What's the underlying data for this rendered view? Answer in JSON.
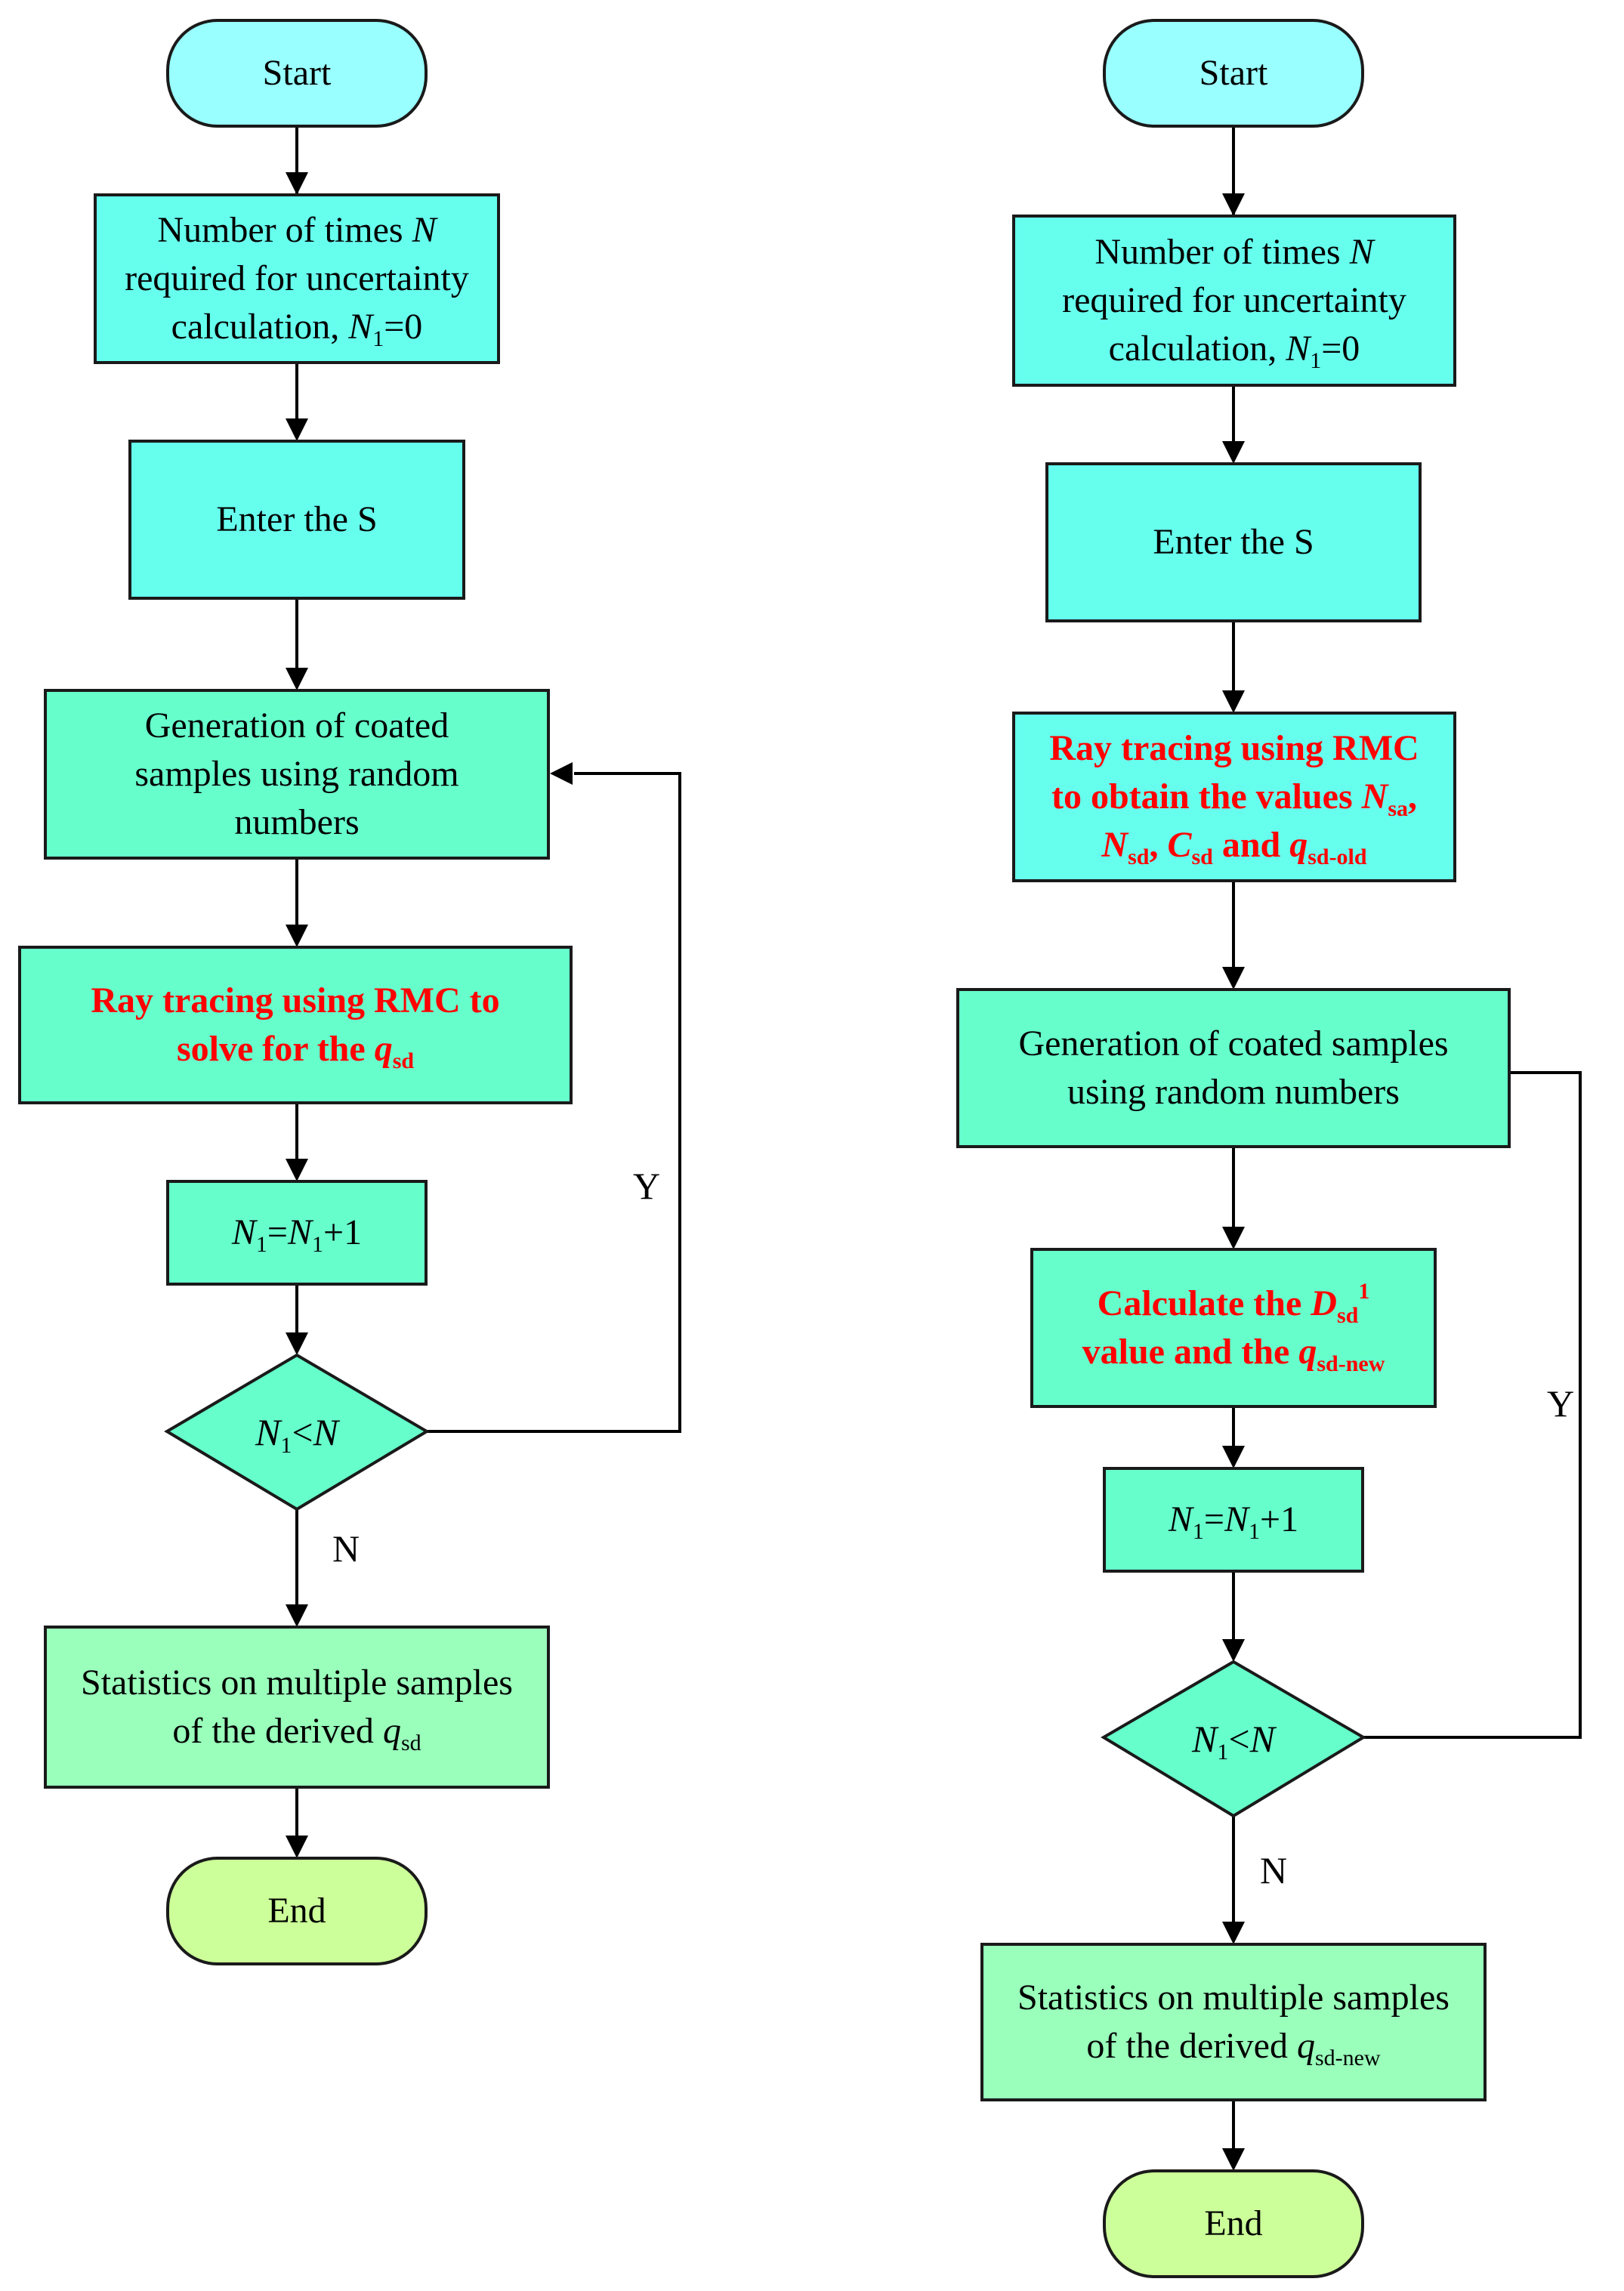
{
  "left": {
    "start": "Start",
    "init": [
      "Number of times ",
      "N",
      "\nrequired for uncertainty\ncalculation, ",
      "N",
      "1",
      "=0"
    ],
    "enter": "Enter the S",
    "generate": "Generation of coated\nsamples using random\nnumbers",
    "raytrace": [
      "Ray tracing using RMC to\nsolve for the ",
      "q",
      "sd"
    ],
    "increment": [
      "N",
      "1",
      "=",
      "N",
      "1",
      "+1"
    ],
    "decision": [
      "N",
      "1",
      "<",
      "N"
    ],
    "yes_label": "Y",
    "no_label": "N",
    "stats": [
      "Statistics on multiple samples\nof the derived ",
      "q",
      "sd"
    ],
    "end": "End"
  },
  "right": {
    "start": "Start",
    "init": [
      "Number of times ",
      "N",
      "\nrequired for uncertainty\ncalculation, ",
      "N",
      "1",
      "=0"
    ],
    "enter": "Enter the S",
    "raytrace": [
      "Ray tracing using RMC\nto obtain the values ",
      "N",
      "sa",
      ",\n",
      "N",
      "sd",
      ", ",
      "C",
      "sd",
      " and ",
      "q",
      "sd-old"
    ],
    "generate": "Generation of coated samples\nusing random numbers",
    "calculate": [
      "Calculate the ",
      "D",
      "sd",
      "1",
      "\nvalue and the ",
      "q",
      "sd-new"
    ],
    "increment": [
      "N",
      "1",
      "=",
      "N",
      "1",
      "+1"
    ],
    "decision": [
      "N",
      "1",
      "<",
      "N"
    ],
    "yes_label": "Y",
    "no_label": "N",
    "stats": [
      "Statistics on multiple samples\nof the derived ",
      "q",
      "sd-new"
    ],
    "end": "End"
  },
  "colors": {
    "terminal_start": "#99ffff",
    "process_cyan": "#66ffee",
    "process_mint": "#66ffcc",
    "statistics": "#99ffbb",
    "terminal_end": "#ccff99",
    "highlight_text": "#ff0000",
    "connector": "#000000"
  }
}
